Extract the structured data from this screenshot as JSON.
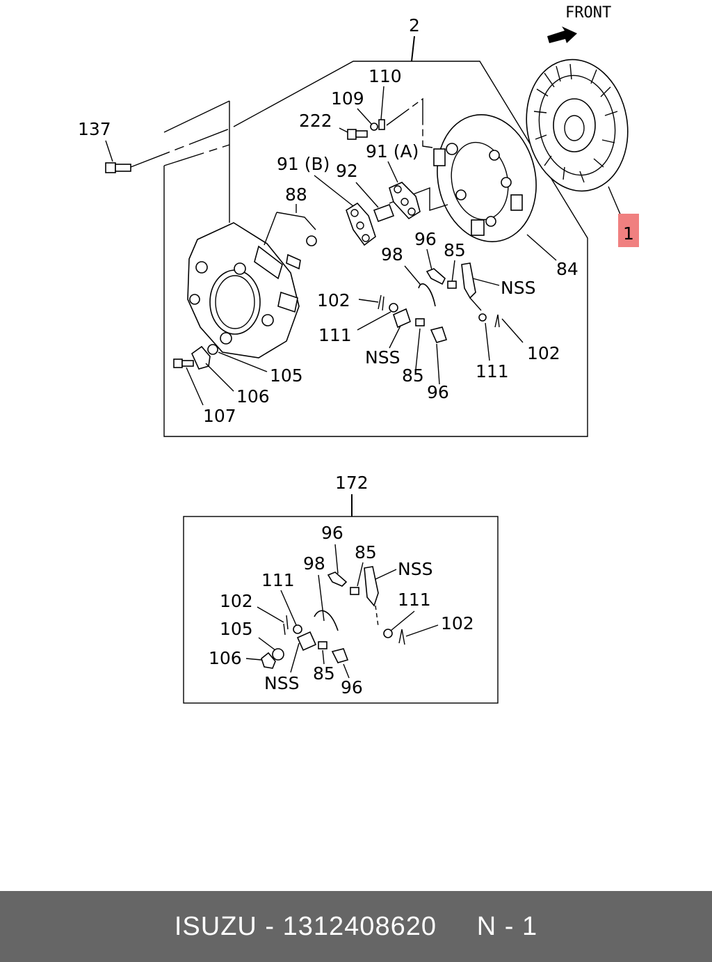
{
  "diagram": {
    "front_label": "FRONT",
    "labels": {
      "n2": "2",
      "n1": "1",
      "n137": "137",
      "n110": "110",
      "n109": "109",
      "n222": "222",
      "n91b": "91 (B)",
      "n92": "92",
      "n91a": "91 (A)",
      "n88": "88",
      "n84": "84",
      "n96a": "96",
      "n85a": "85",
      "n98a": "98",
      "nssA": "NSS",
      "n102a": "102",
      "n111a": "111",
      "nssB": "NSS",
      "n85b": "85",
      "n96b": "96",
      "n111b": "111",
      "n102b": "102",
      "n105a": "105",
      "n106a": "106",
      "n107": "107",
      "n172": "172",
      "n96c": "96",
      "n85c": "85",
      "n98b": "98",
      "nssC": "NSS",
      "n111c": "111",
      "n102c": "102",
      "n111d": "111",
      "n102d": "102",
      "n105b": "105",
      "n106b": "106",
      "nssD": "NSS",
      "n85d": "85",
      "n96d": "96"
    },
    "highlight_color": "#f08080"
  },
  "footer": {
    "brand": "ISUZU",
    "separator": "-",
    "part_number": "1312408620",
    "page": "N - 1"
  }
}
